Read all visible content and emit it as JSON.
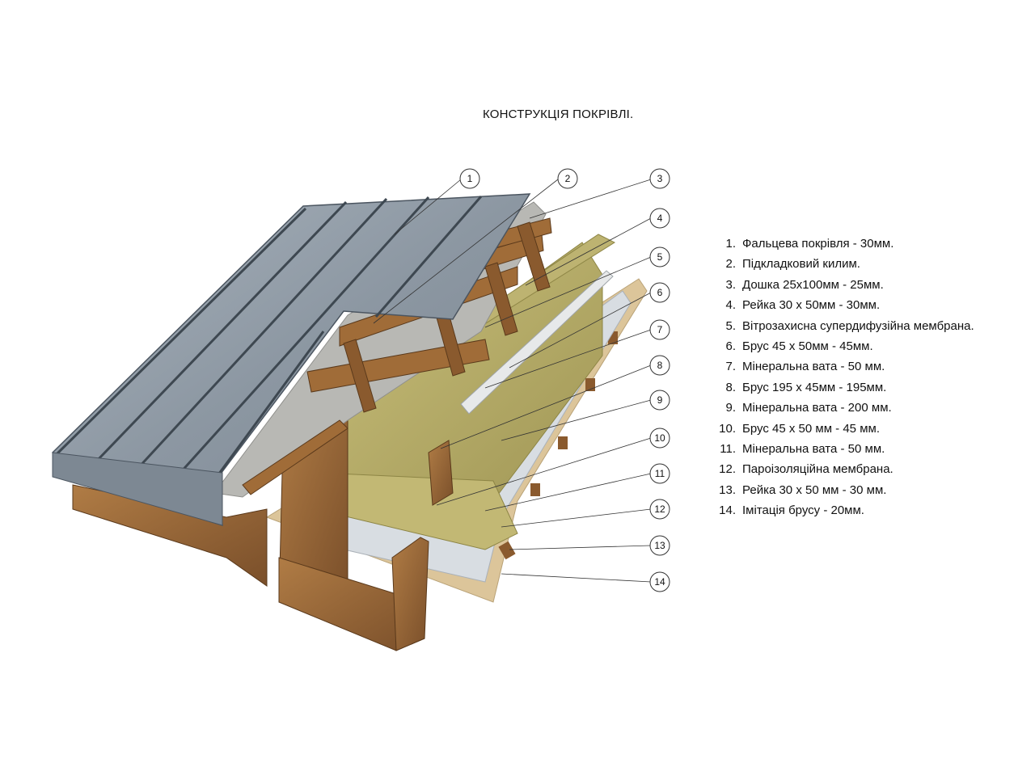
{
  "title": "КОНСТРУКЦІЯ ПОКРІВЛІ.",
  "legend": [
    {
      "num": "1.",
      "text": "Фальцева покрівля -  30мм."
    },
    {
      "num": "2.",
      "text": "Підкладковий килим."
    },
    {
      "num": "3.",
      "text": "Дошка 25х100мм  - 25мм."
    },
    {
      "num": "4.",
      "text": "Рейка 30 х 50мм  - 30мм."
    },
    {
      "num": "5.",
      "text": "Вітрозахисна супердифузійна мембрана."
    },
    {
      "num": "6.",
      "text": "Брус  45 х 50мм  - 45мм."
    },
    {
      "num": "7.",
      "text": "Мінеральна вата  - 50 мм."
    },
    {
      "num": "8.",
      "text": "Брус 195 х 45мм  - 195мм."
    },
    {
      "num": "9.",
      "text": "Мінеральна вата  - 200 мм."
    },
    {
      "num": "10.",
      "text": "Брус 45 х 50 мм   - 45 мм."
    },
    {
      "num": "11.",
      "text": "Мінеральна вата  - 50 мм."
    },
    {
      "num": "12.",
      "text": "Пароізоляційна мембрана."
    },
    {
      "num": "13.",
      "text": "Рейка 30 х 50 мм   - 30 мм."
    },
    {
      "num": "14.",
      "text": "Імітація брусу  - 20мм."
    }
  ],
  "callouts": [
    "1",
    "2",
    "3",
    "4",
    "5",
    "6",
    "7",
    "8",
    "9",
    "10",
    "11",
    "12",
    "13",
    "14"
  ],
  "colors": {
    "metal": "#8e9aa6",
    "metal_dark": "#4b5560",
    "wood": "#9a6a3a",
    "wood_dark": "#6b4423",
    "wool": "#b7ae6a",
    "membrane": "#d8dde2",
    "felt": "#b8b8b4",
    "plywood": "#dcc59a"
  }
}
